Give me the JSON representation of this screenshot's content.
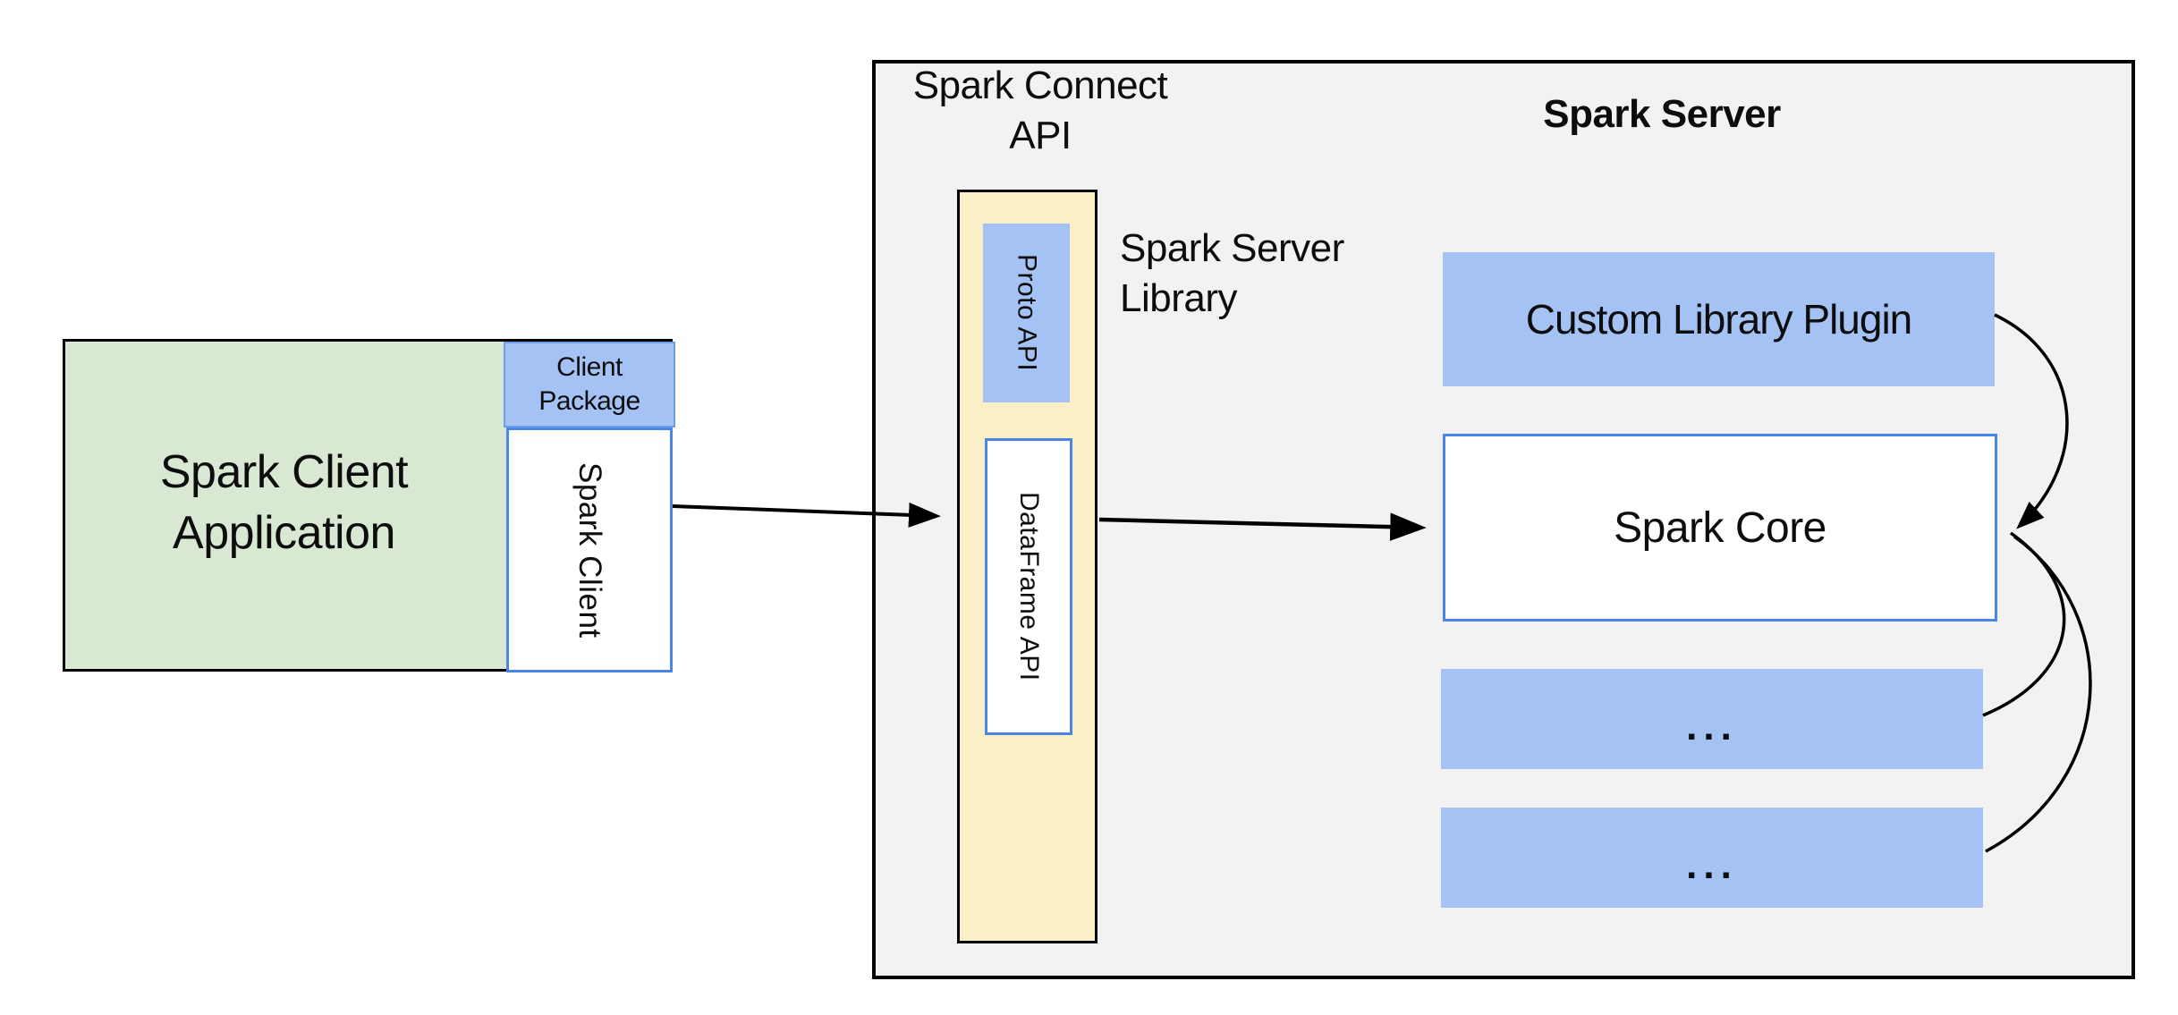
{
  "colors": {
    "green_fill": "#D9E8D2",
    "blue_fill": "#A4C2F4",
    "blue_border": "#4A86E8",
    "blue_border_light": "#6D9EEB",
    "yellow_fill": "#FCEFC7",
    "gray_fill": "#F2F2F2",
    "line": "#000000"
  },
  "client_side": {
    "app_line1": "Spark Client",
    "app_line2": "Application",
    "package_line1": "Client",
    "package_line2": "Package",
    "client_label": "Spark Client"
  },
  "server_side": {
    "connect_line1": "Spark Connect",
    "connect_line2": "API",
    "title": "Spark Server",
    "library_line1": "Spark Server",
    "library_line2": "Library",
    "proto_label": "Proto API",
    "dataframe_label": "DataFrame API",
    "plugin_label": "Custom Library Plugin",
    "core_label": "Spark Core",
    "ellipsis1": "...",
    "ellipsis2": "..."
  }
}
